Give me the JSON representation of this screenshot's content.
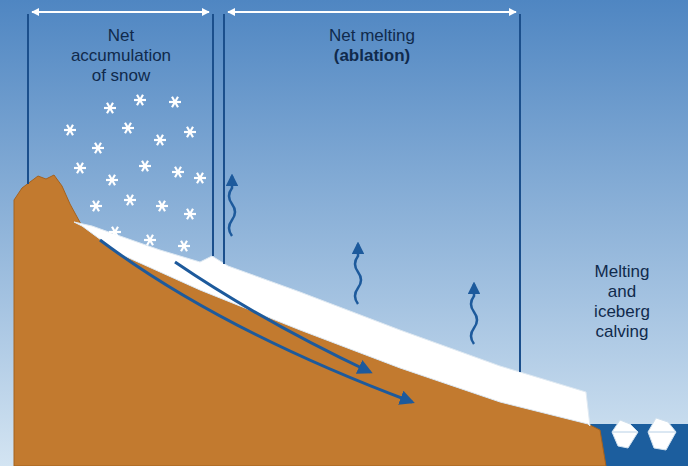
{
  "diagram": {
    "nodes": [
      {
        "text": [
          "Net accumulation of snow"
        ]
      },
      {
        "text": [
          "Net melting",
          "(ablation)"
        ]
      },
      {
        "text": [
          "Melting and iceberg calving"
        ]
      }
    ]
  }
}
